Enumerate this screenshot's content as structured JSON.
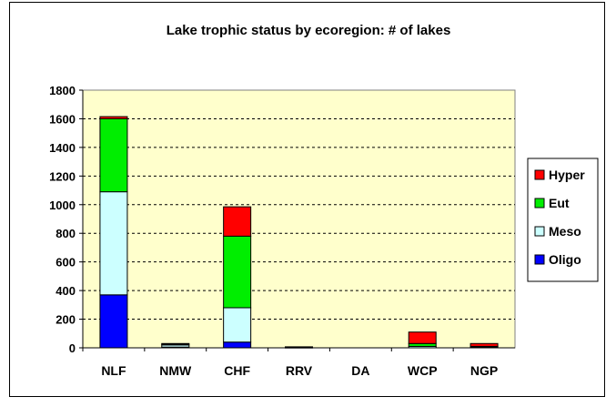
{
  "chart_data": {
    "type": "bar",
    "stacked": true,
    "title": "Lake trophic status by ecoregion: # of lakes",
    "xlabel": "",
    "ylabel": "",
    "ylim": [
      0,
      1800
    ],
    "yticks": [
      0,
      200,
      400,
      600,
      800,
      1000,
      1200,
      1400,
      1600,
      1800
    ],
    "grid": "horizontal dashed",
    "legend_position": "right",
    "categories": [
      "NLF",
      "NMW",
      "CHF",
      "RRV",
      "DA",
      "WCP",
      "NGP"
    ],
    "series": [
      {
        "name": "Oligo",
        "color": "#0000ff",
        "values": [
          370,
          5,
          40,
          0,
          0,
          0,
          0
        ]
      },
      {
        "name": "Meso",
        "color": "#ccffff",
        "values": [
          720,
          15,
          240,
          2,
          0,
          10,
          5
        ]
      },
      {
        "name": "Eut",
        "color": "#00ee00",
        "values": [
          510,
          5,
          500,
          3,
          0,
          20,
          5
        ]
      },
      {
        "name": "Hyper",
        "color": "#ff0000",
        "values": [
          15,
          5,
          205,
          2,
          0,
          80,
          20
        ]
      }
    ],
    "colors": {
      "plot_background": "#ffffcc",
      "frame": "#000000"
    }
  }
}
